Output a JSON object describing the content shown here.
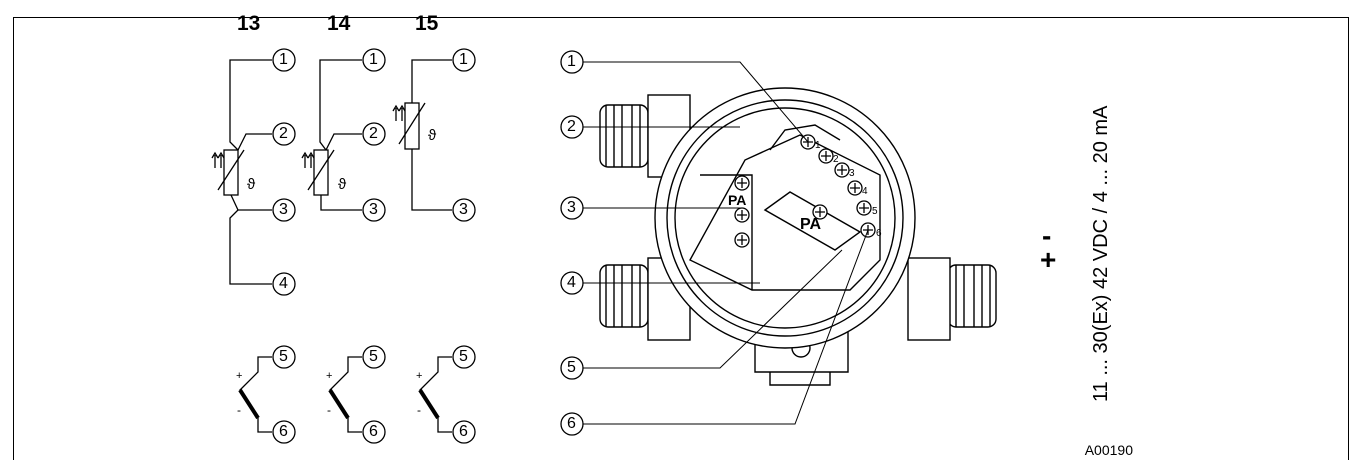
{
  "header": {
    "title": "...-pin assignment"
  },
  "columns": [
    "13",
    "14",
    "15"
  ],
  "terminal_labels": [
    "1",
    "2",
    "3",
    "4",
    "5",
    "6"
  ],
  "thermo_polarity": {
    "plus": "+",
    "minus": "-"
  },
  "rtd_symbol": "ϑ",
  "pa_label": "PA",
  "supply": {
    "plus": "+",
    "minus": "-",
    "text": "11 ... 30(Ex) 42 VDC / 4 ... 20 mA"
  },
  "reference": "A00190"
}
